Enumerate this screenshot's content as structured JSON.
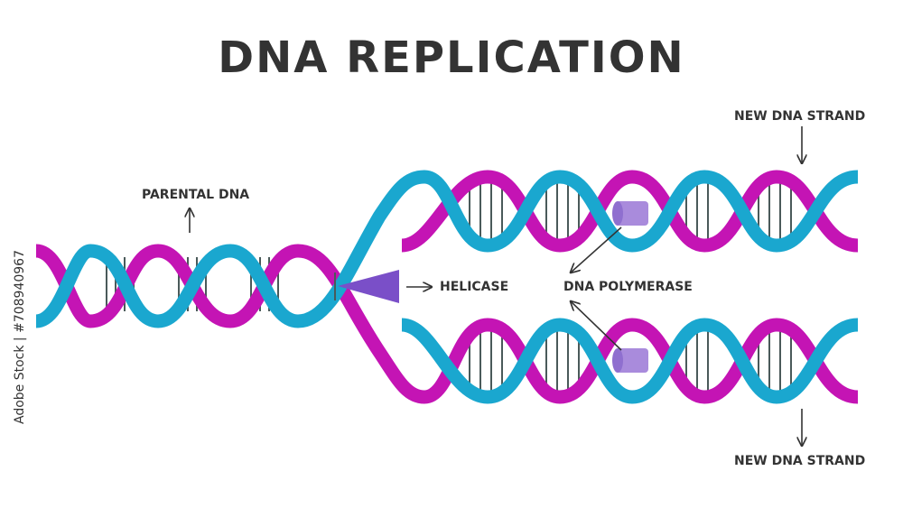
{
  "title": "DNA REPLICATION",
  "labels": {
    "parental": "PARENTAL DNA",
    "helicase": "HELICASE",
    "polymerase": "DNA POLYMERASE",
    "new_strand_top": "NEW DNA STRAND",
    "new_strand_bottom": "NEW DNA STRAND"
  },
  "side_text": "Adobe Stock | #708940967",
  "colors": {
    "strand_blue": "#1aa7cf",
    "strand_magenta": "#c414b4",
    "rungs": "#4a5a5a",
    "helicase": "#7a4fc8",
    "polymerase": "#a98bdc",
    "arrows": "#333333"
  }
}
